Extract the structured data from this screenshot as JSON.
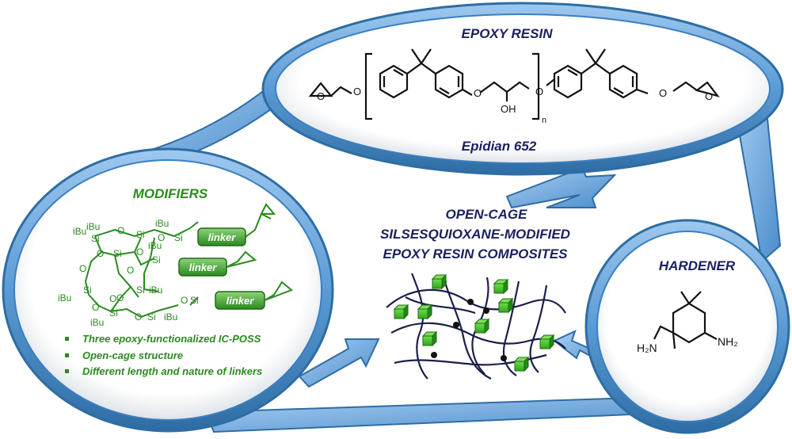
{
  "epoxy_panel": {
    "title": "EPOXY RESIN",
    "caption": "Epidian 652",
    "formula_labels": {
      "o_left": "O",
      "o_1": "O",
      "o_2": "O",
      "o_3": "O",
      "o_4": "O",
      "oh": "OH",
      "n": "n",
      "o_ring": "O",
      "o_ring2": "O"
    }
  },
  "modifiers_panel": {
    "title": "MODIFIERS",
    "linker_label": "linker",
    "atoms": {
      "ibu1": "iBu",
      "ibu2": "iBu",
      "ibu3": "iBu",
      "ibu4": "iBu",
      "ibu5": "iBu",
      "ibu6": "iBu",
      "si": "Si",
      "o": "O"
    },
    "bullets": [
      "Three epoxy-functionalized IC-POSS",
      "Open-cage structure",
      "Different length and nature of linkers"
    ]
  },
  "center": {
    "title_lines": [
      "OPEN-CAGE",
      "SILSESQUIOXANE-MODIFIED",
      "EPOXY RESIN COMPOSITES"
    ]
  },
  "hardener_panel": {
    "title": "HARDENER",
    "label_h2n": "H₂N",
    "label_nh2": "NH₂"
  },
  "colors": {
    "ring_blue": "#5b9bd5",
    "ring_dark": "#2e6da4",
    "text_blue": "#1b2060",
    "green": "#2a8a1e",
    "network_line": "#1b1f4a"
  }
}
